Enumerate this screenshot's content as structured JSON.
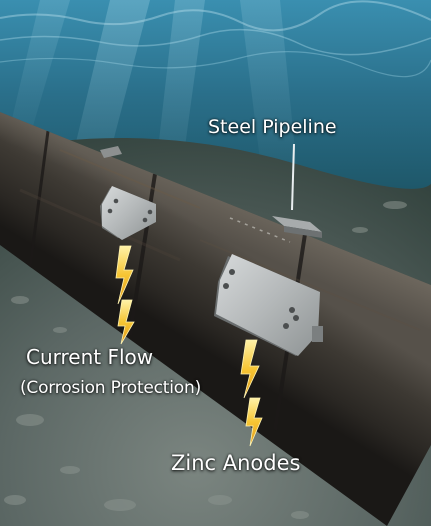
{
  "labels": {
    "steel_pipeline": "Steel Pipeline",
    "current_flow": "Current Flow",
    "corrosion_protection": "(Corrosion Protection)",
    "zinc_anodes": "Zinc Anodes"
  },
  "colors": {
    "water_top": "#2f7fa0",
    "water_deep": "#0f3d4d",
    "seabed": "#5d6a66",
    "pipe_body": "#3a3632",
    "anode": "#b9bcbd",
    "bolt_accent": "#f3c23a",
    "label_text": "#ffffff"
  },
  "icons": [
    "lightning-bolt-icon",
    "zinc-anode-plate"
  ]
}
